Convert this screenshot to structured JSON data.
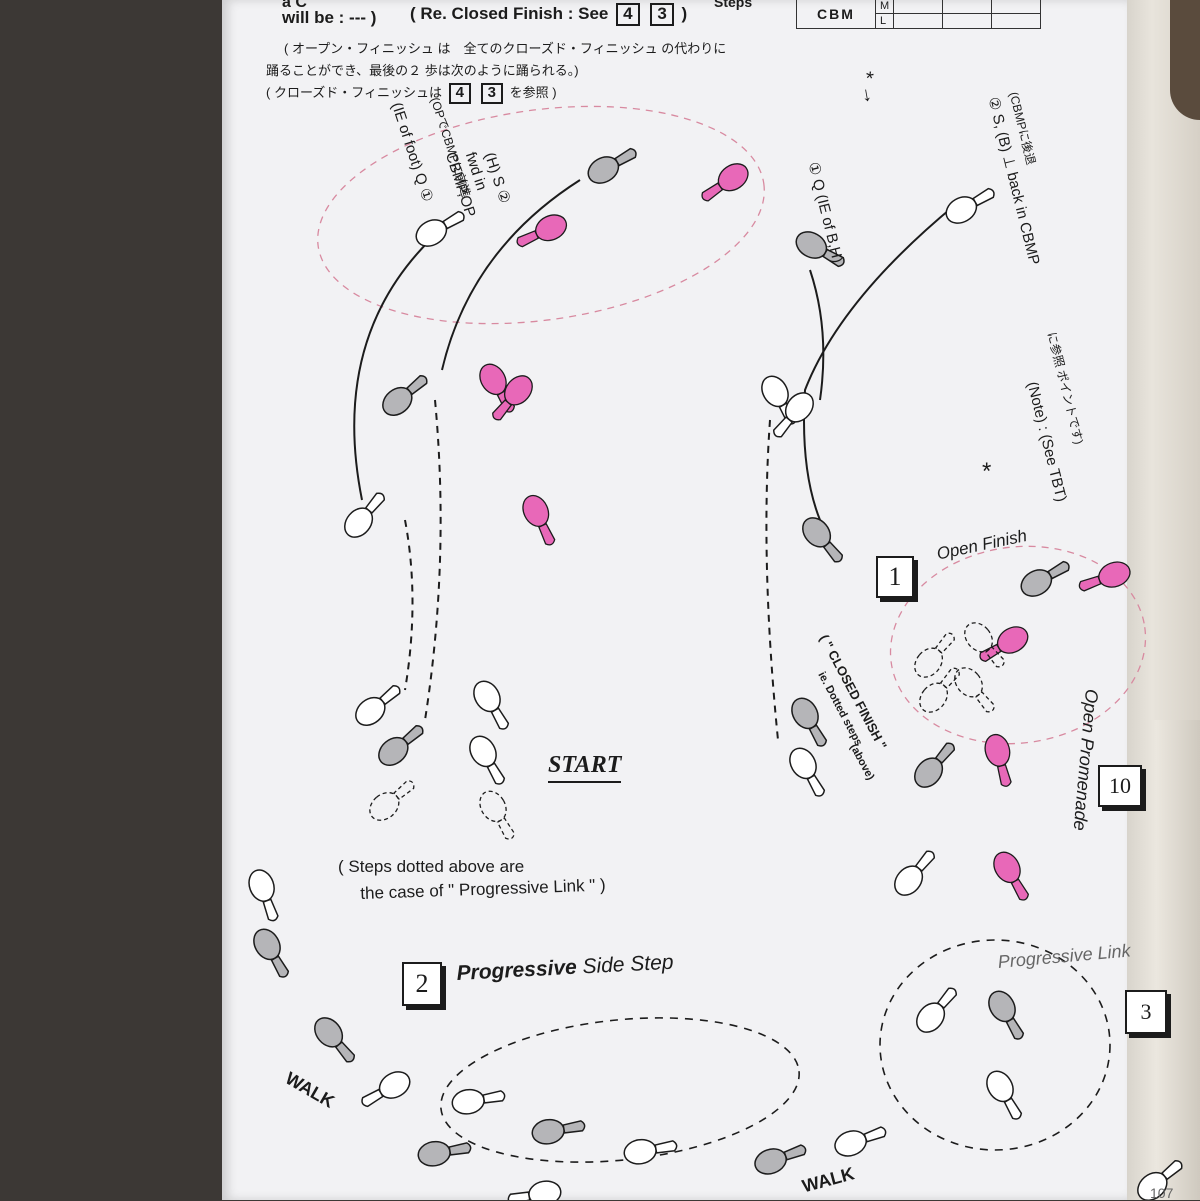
{
  "header": {
    "top_partial": "a C",
    "top_steps": "Steps",
    "will_be": "will be : --- )",
    "re_closed": "( Re. Closed Finish : See",
    "box_a": "4",
    "box_b": "3",
    "close_paren": ")",
    "jp_line1": "( オープン・フィニッシュ は　全てのクローズド・フィニッシュ の代わりに",
    "jp_line2": "踊ることができ、最後の２ 歩は次のように踊られる。)",
    "jp_line3_pre": "( クローズド・フィニッシュは",
    "jp_line3_post": "を参照 )"
  },
  "cbm_table": {
    "label": "CBM",
    "m": "M",
    "l": "L"
  },
  "left_notes": {
    "h_s": "(H) S ②",
    "fwd_in": "fwd in",
    "cbmp_op": "CBMP,OP",
    "op_jp": "(OPでCBMPに前進",
    "ie_of_foot": "(IE of foot) Q ①"
  },
  "right_notes": {
    "ie_of_b": "① Q (IE of B,H)",
    "back_in": "② S, (B) ⊥ back in CBMP",
    "cbmp_jp": "(CBMPに後退",
    "note_tbt": "(Note) : (See TBT)",
    "note_jp": "に参照 ポイントです)",
    "star": "*",
    "star_arrow": "* →"
  },
  "sections": {
    "open_finish_num": "1",
    "open_finish": "Open Finish",
    "open_prom_num": "10",
    "open_promenade": "Open Promenade",
    "pss_num": "2",
    "pss_bold": "Progressive",
    "pss_rest": "Side Step",
    "prog_link": "Progressive Link",
    "prog_link_num": "3"
  },
  "closed_finish": {
    "line1": "( \" CLOSED FINISH \"",
    "line2": "ie. Dotted steps",
    "line3": "(above)"
  },
  "start": "START",
  "steps_note": {
    "line1": "( Steps dotted above are",
    "line2": "the case of   \" Progressive Link \" )"
  },
  "walk_left": "WALK",
  "walk_bottom": "WALK",
  "page_number": "107",
  "colors": {
    "pink": "#e868b8",
    "ink": "#1c1c1c",
    "paper": "#f2f2f4",
    "dashed_pink": "#d88aa0"
  }
}
